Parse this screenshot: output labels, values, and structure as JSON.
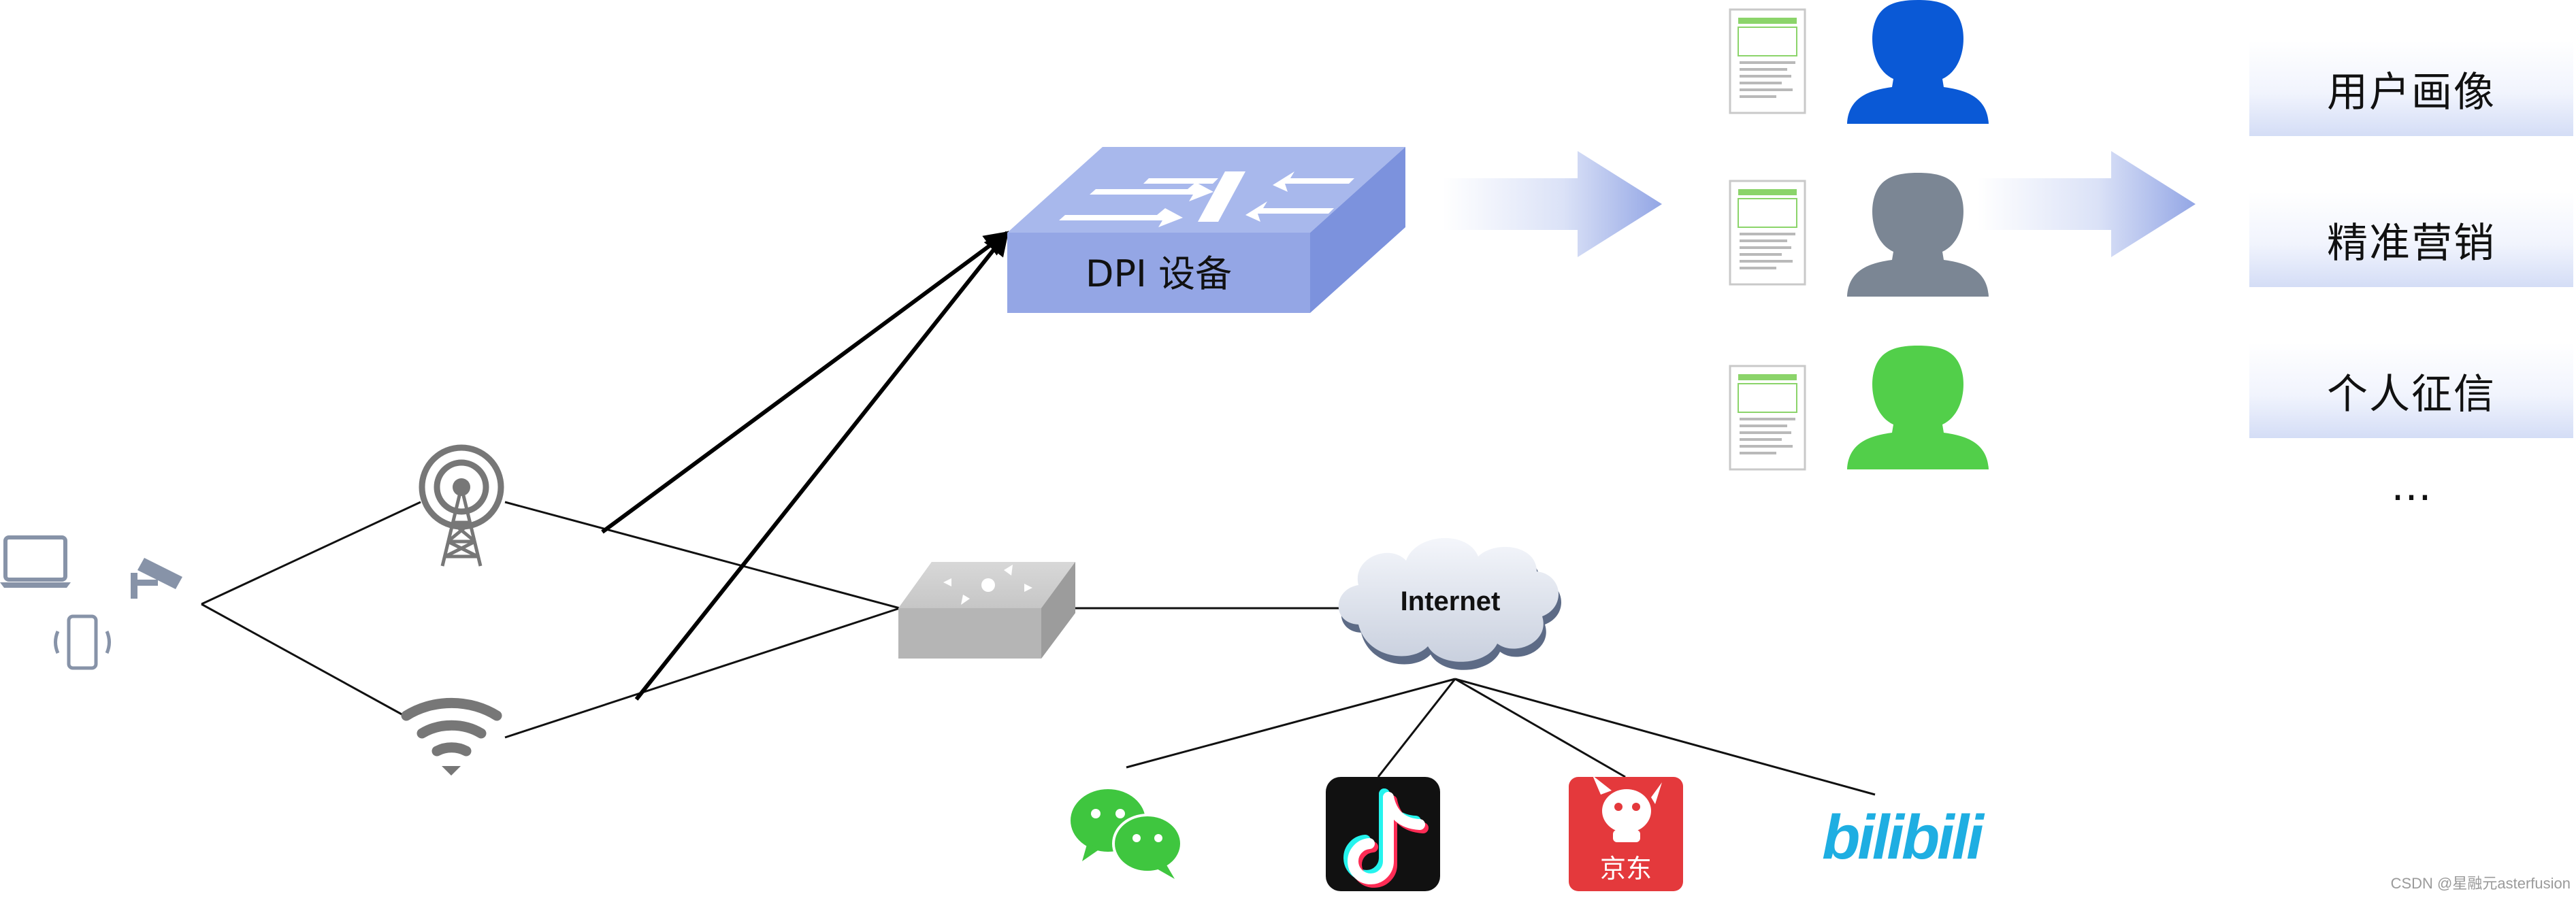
{
  "dpi": {
    "label": "DPI 设备"
  },
  "internet": {
    "label": "Internet"
  },
  "apps": {
    "jd_label": "京东",
    "bilibili_label": "bilibili"
  },
  "outputs": [
    {
      "label": "用户画像"
    },
    {
      "label": "精准营销"
    },
    {
      "label": "个人征信"
    }
  ],
  "outputs_more": "…",
  "watermark": "CSDN @星融元asterfusion",
  "colors": {
    "dpi_top": "#a9b8ec",
    "dpi_front": "#94a6e4",
    "dpi_side": "#7f94dc",
    "user_blue": "#0a59d6",
    "user_gray": "#7b8694",
    "user_green": "#52cf4a",
    "wechat_green": "#3fc63f",
    "jd_red": "#e4393c",
    "bilibili_blue": "#1eaee2"
  }
}
